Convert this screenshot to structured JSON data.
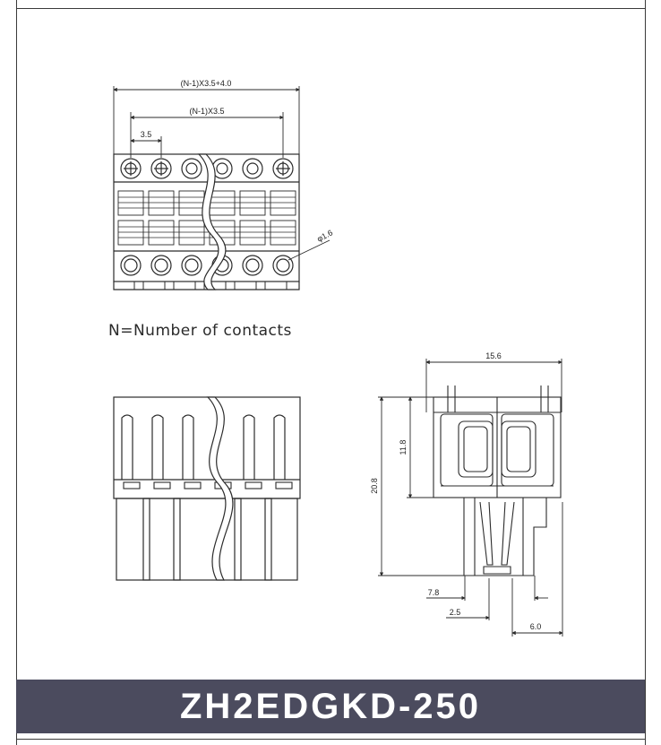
{
  "caption": "N=Number of contacts",
  "model": "ZH2EDGKD-250",
  "dimensions": {
    "overall_width": "(N-1)X3.5+4.0",
    "pitch_span": "(N-1)X3.5",
    "pitch": "3.5",
    "hole_diameter": "φ1.6",
    "side_width": "15.6",
    "body_height": "11.8",
    "total_height": "20.8",
    "dim_7_8": "7.8",
    "dim_2_5": "2.5",
    "dim_6_0": "6.0"
  },
  "colors": {
    "line": "#2b2b2b",
    "footer_bg": "#4b4b5e",
    "footer_text": "#ffffff"
  }
}
